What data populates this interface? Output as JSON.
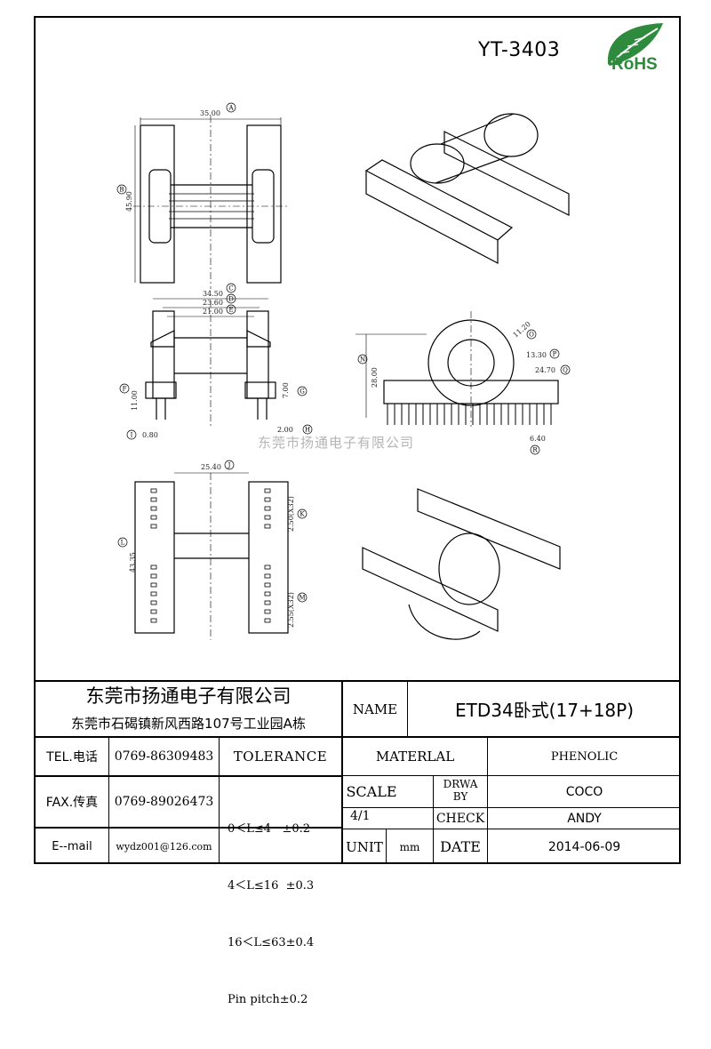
{
  "header": {
    "model": "YT-3403",
    "logo_text": "RoHS"
  },
  "drawing": {
    "dims": {
      "a": "35.00",
      "b": "45.90",
      "c1": "34.50",
      "c2": "23.60",
      "c3": "21.00",
      "f": "11.00",
      "g": "7.00",
      "h": "2.00",
      "i": "0.80",
      "j": "25.40",
      "k": "2.50(X32)",
      "l": "43.35",
      "m": "2.55(X32)",
      "n": "28.00",
      "o": "11.20",
      "p": "13.30",
      "q": "24.70",
      "r": "6.40"
    },
    "circle_labels": {
      "a": "A",
      "b": "B",
      "c": "C",
      "d": "D",
      "e": "E",
      "f": "F",
      "g": "G",
      "h": "H",
      "i": "I",
      "j": "J",
      "k": "K",
      "l": "L",
      "m": "M",
      "n": "N",
      "o": "O",
      "p": "P",
      "q": "Q",
      "r": "R"
    },
    "watermark": "东莞市扬通电子有限公司"
  },
  "title_block": {
    "company_name": "东莞市扬通电子有限公司",
    "company_address": "东莞市石碣镇新风西路107号工业园A栋",
    "name_label": "NAME",
    "name_value": "ETD34卧式(17+18P)",
    "tel_label": "TEL.电话",
    "tel_value": "0769-86309483",
    "fax_label": "FAX.传真",
    "fax_value": "0769-89026473",
    "email_label": "E--mail",
    "email_value": "wydz001@126.com",
    "tolerance_label": "TOLERANCE",
    "tolerance_rows": [
      "0＜L≤4   ±0.2",
      "4＜L≤16  ±0.3",
      "16＜L≤63±0.4",
      "Pin pitch±0.2"
    ],
    "material_label": "MATERLAL",
    "material_value": "PHENOLIC",
    "scale_label": "SCALE",
    "scale_value": "4/1",
    "drawn_by_label_1": "DRWA",
    "drawn_by_label_2": "BY",
    "drawn_by_value": "COCO",
    "check_label": "CHECK",
    "check_value": "ANDY",
    "unit_label": "UNIT",
    "unit_value": "mm",
    "date_label": "DATE",
    "date_value": "2014-06-09"
  }
}
